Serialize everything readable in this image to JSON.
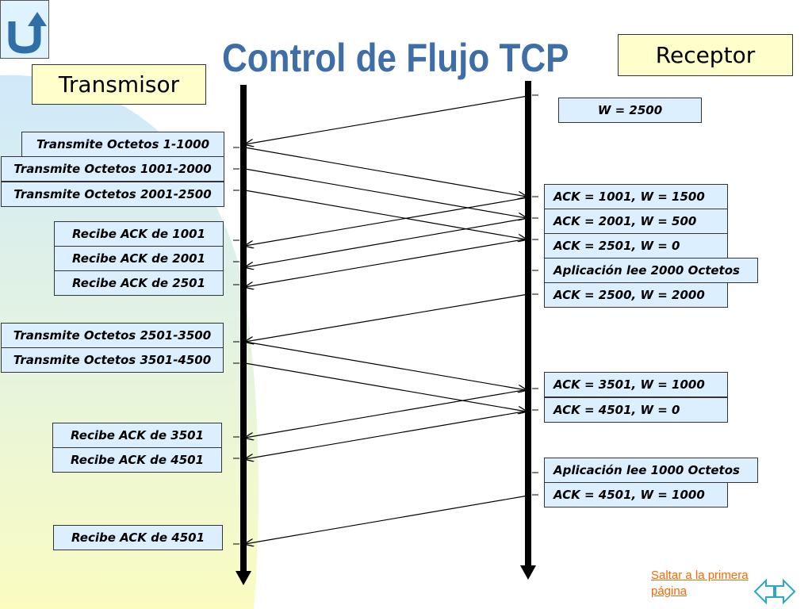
{
  "title": "Control de Flujo TCP",
  "transmisor_label": "Transmisor",
  "receptor_label": "Receptor",
  "receiver_window": "W = 2500",
  "sender_boxes": [
    "Transmite Octetos 1-1000",
    "Transmite Octetos 1001-2000",
    "Transmite Octetos 2001-2500",
    "Recibe ACK de 1001",
    "Recibe ACK de 2001",
    "Recibe ACK de 2501",
    "Transmite Octetos 2501-3500",
    "Transmite Octetos 3501-4500",
    "Recibe ACK de 3501",
    "Recibe ACK de 4501",
    "Recibe ACK de 4501"
  ],
  "receiver_boxes": [
    "ACK = 1001, W = 1500",
    "ACK = 2001, W = 500",
    "ACK = 2501, W = 0",
    "Aplicación lee 2000 Octetos",
    "ACK = 2500, W = 2000",
    "ACK = 3501, W = 1000",
    "ACK = 4501, W = 0",
    "Aplicación lee 1000 Octetos",
    "ACK = 4501, W = 1000"
  ],
  "footer_link": "Saltar a la primera página",
  "icons": {
    "home": "u-turn-icon",
    "prev": "arrow-left-icon",
    "next": "arrow-right-icon"
  },
  "colors": {
    "title": "#3f6da8",
    "box_fill": "#dcefff",
    "role_fill": "#ffffcc",
    "link": "#ff6600"
  }
}
